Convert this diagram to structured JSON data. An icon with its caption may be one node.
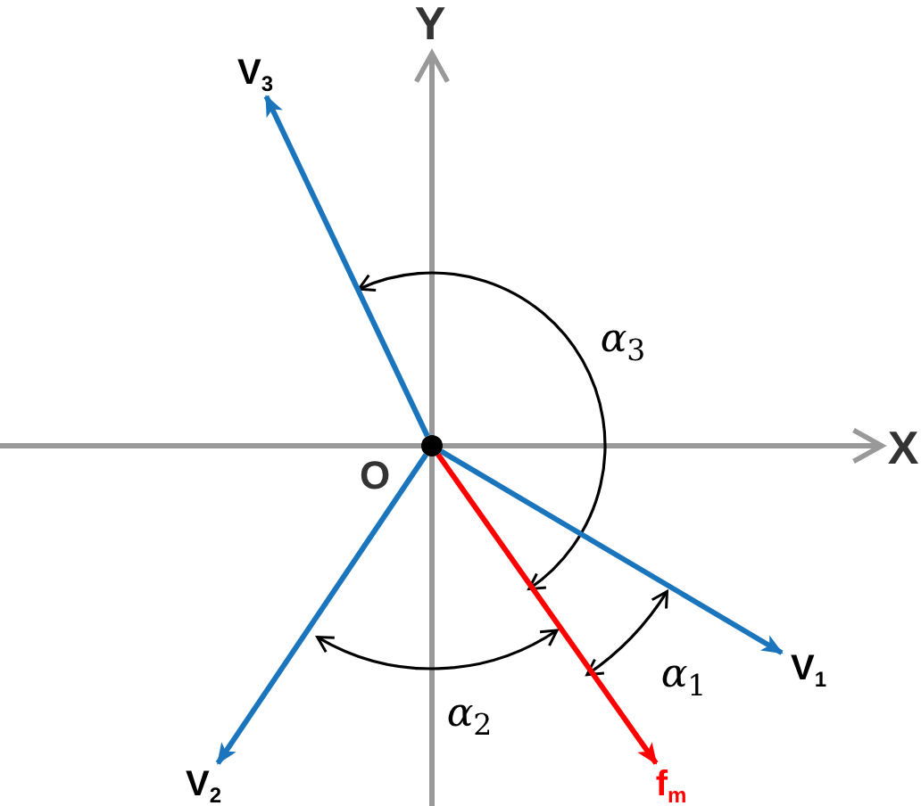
{
  "diagram": {
    "nodes": [
      {
        "text": [],
        "shape": "circle"
      },
      {
        "text": [
          "V$_{1}$"
        ]
      },
      {
        "text": [
          "V$_{2}$"
        ]
      },
      {
        "text": [
          "V$_{3}$"
        ]
      },
      {
        "text": [
          "f$_{m}$"
        ]
      }
    ],
    "edges": [
      {
        "from": 0,
        "to": 1,
        "arrow": "to"
      },
      {
        "from": 0,
        "to": 2,
        "arrow": "to"
      },
      {
        "from": 0,
        "to": 3,
        "arrow": "to"
      },
      {
        "from": 0,
        "to": 4,
        "arrow": "to",
        "color": "#ff0000"
      }
    ],
    "labels": [
      "Y",
      "X",
      "O",
      "α$_{3}$",
      "α$_{1}$",
      "α$_{2}$"
    ]
  }
}
